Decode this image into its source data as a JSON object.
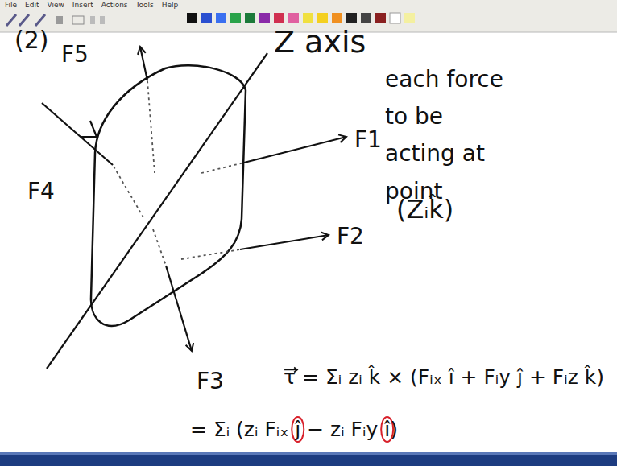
{
  "diagram": {
    "labels": [
      "File",
      "Edit",
      "View",
      "Insert",
      "Actions",
      "Tools",
      "Help",
      "(2)",
      "F5",
      "Z axis",
      "F1",
      "F4",
      "F2",
      "F3",
      "each force to be acting at point",
      "(Zᵢk̂)",
      "τ = Σᵢ zᵢ k̂ × (Fᵢₓ î + Fᵢy ĵ + Fᵢz k̂)",
      "= Σᵢ (zᵢ Fᵢₓ ĵ − zᵢ Fᵢy î)"
    ]
  }
}
